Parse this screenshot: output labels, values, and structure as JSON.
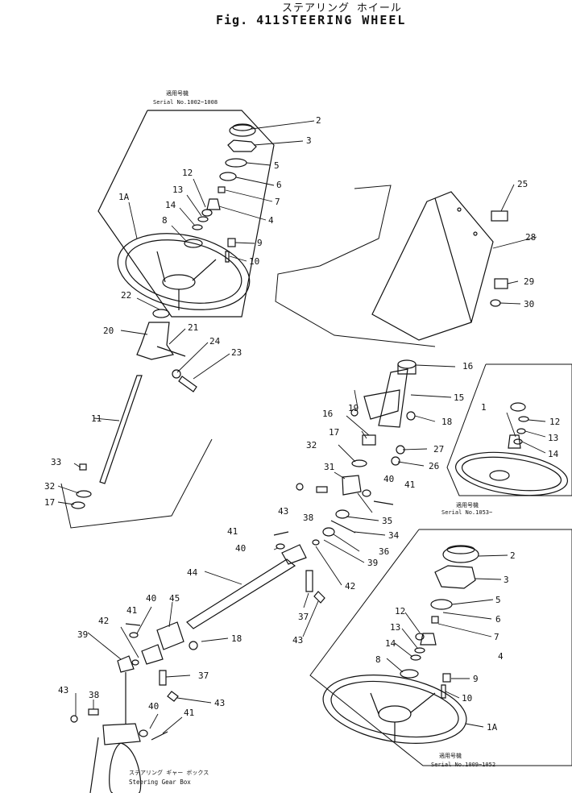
{
  "header": {
    "title_jp": "ステアリング ホイール",
    "fig_label": "Fig. 411",
    "title_en": "STEERING WHEEL"
  },
  "captions": {
    "top_jp": "適用号機",
    "top_serial": "Serial No.1002~1008",
    "mid_jp": "適用号機",
    "mid_serial": "Serial No.1053~",
    "bottom_jp": "適用号機",
    "bottom_serial": "Serial No.1009~1052",
    "gearbox_jp": "ステアリング ギャー ボックス",
    "gearbox_en": "Steering Gear Box"
  },
  "part_labels": [
    "1",
    "1A",
    "2",
    "3",
    "4",
    "5",
    "6",
    "7",
    "8",
    "9",
    "10",
    "11",
    "12",
    "13",
    "14",
    "15",
    "16",
    "17",
    "18",
    "19",
    "20",
    "21",
    "22",
    "23",
    "24",
    "25",
    "26",
    "27",
    "28",
    "29",
    "30",
    "31",
    "32",
    "33",
    "34",
    "35",
    "36",
    "37",
    "38",
    "39",
    "40",
    "41",
    "42",
    "43",
    "44",
    "45"
  ]
}
